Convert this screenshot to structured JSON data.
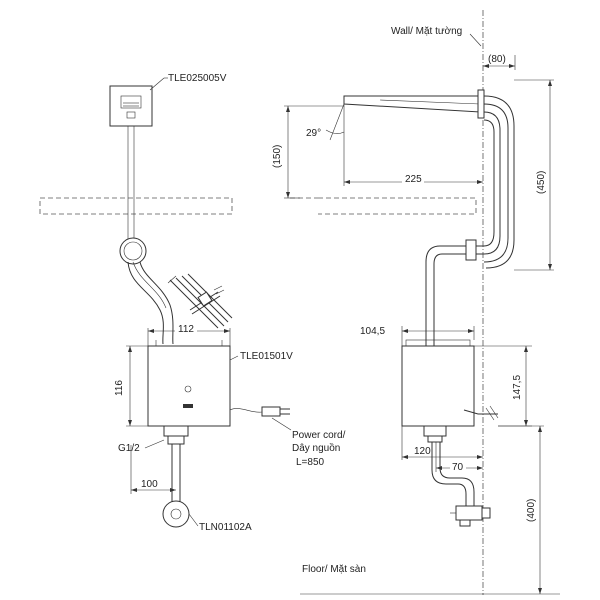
{
  "labels": {
    "wall": "Wall/ Mặt tường",
    "sensor_model": "TLE025005V",
    "box_model": "TLE01501V",
    "thread": "G1/2",
    "valve_model": "TLN01102A",
    "power_cord_1": "Power cord/",
    "power_cord_2": "Dây nguồn",
    "power_cord_3": "L=850",
    "floor": "Floor/ Mặt sàn"
  },
  "dimensions": {
    "wall_offset": "(80)",
    "spout_height": "(150)",
    "spout_angle": "29°",
    "spout_reach": "225",
    "total_height": "(450)",
    "box_width_front": "112",
    "box_height": "116",
    "valve_offset": "100",
    "box_depth": "104,5",
    "box_height_side": "147,5",
    "outlet_offset": "120",
    "outlet_center": "70",
    "floor_height": "(400)"
  }
}
